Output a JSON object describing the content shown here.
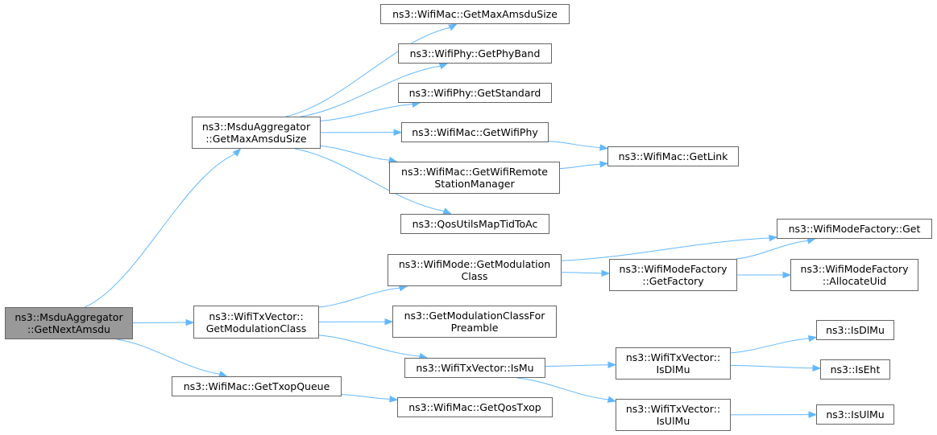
{
  "nodes": {
    "root": "ns3::MsduAggregator\n::GetNextAmsdu",
    "getMaxAmsduSizeAgg": "ns3::MsduAggregator\n::GetMaxAmsduSize",
    "getModulationClassTx": "ns3::WifiTxVector::\nGetModulationClass",
    "getTxopQueue": "ns3::WifiMac::GetTxopQueue",
    "getMaxAmsduSizeMac": "ns3::WifiMac::GetMaxAmsduSize",
    "getPhyBand": "ns3::WifiPhy::GetPhyBand",
    "getStandard": "ns3::WifiPhy::GetStandard",
    "getWifiPhy": "ns3::WifiMac::GetWifiPhy",
    "getWifiRemote": "ns3::WifiMac::GetWifiRemote\nStationManager",
    "qosUtils": "ns3::QosUtilsMapTidToAc",
    "getLink": "ns3::WifiMac::GetLink",
    "modeGetModClass": "ns3::WifiMode::GetModulation\nClass",
    "getModClassForPreamble": "ns3::GetModulationClassFor\nPreamble",
    "isMu": "ns3::WifiTxVector::IsMu",
    "getQosTxop": "ns3::WifiMac::GetQosTxop",
    "factoryGet": "ns3::WifiModeFactory::Get",
    "getFactory": "ns3::WifiModeFactory\n::GetFactory",
    "allocateUid": "ns3::WifiModeFactory\n::AllocateUid",
    "txIsDlMu": "ns3::WifiTxVector::\nIsDlMu",
    "txIsUlMu": "ns3::WifiTxVector::\nIsUlMu",
    "isDlMu": "ns3::IsDlMu",
    "isEht": "ns3::IsEht",
    "isUlMu": "ns3::IsUlMu"
  },
  "edges": [
    [
      "root",
      "getMaxAmsduSizeAgg"
    ],
    [
      "root",
      "getModulationClassTx"
    ],
    [
      "root",
      "getTxopQueue"
    ],
    [
      "getMaxAmsduSizeAgg",
      "getMaxAmsduSizeMac"
    ],
    [
      "getMaxAmsduSizeAgg",
      "getPhyBand"
    ],
    [
      "getMaxAmsduSizeAgg",
      "getStandard"
    ],
    [
      "getMaxAmsduSizeAgg",
      "getWifiPhy"
    ],
    [
      "getMaxAmsduSizeAgg",
      "getWifiRemote"
    ],
    [
      "getMaxAmsduSizeAgg",
      "qosUtils"
    ],
    [
      "getWifiPhy",
      "getLink"
    ],
    [
      "getWifiRemote",
      "getLink"
    ],
    [
      "getModulationClassTx",
      "modeGetModClass"
    ],
    [
      "getModulationClassTx",
      "getModClassForPreamble"
    ],
    [
      "getModulationClassTx",
      "isMu"
    ],
    [
      "getTxopQueue",
      "getQosTxop"
    ],
    [
      "modeGetModClass",
      "factoryGet"
    ],
    [
      "modeGetModClass",
      "getFactory"
    ],
    [
      "getFactory",
      "factoryGet"
    ],
    [
      "getFactory",
      "allocateUid"
    ],
    [
      "isMu",
      "txIsDlMu"
    ],
    [
      "isMu",
      "txIsUlMu"
    ],
    [
      "txIsDlMu",
      "isDlMu"
    ],
    [
      "txIsDlMu",
      "isEht"
    ],
    [
      "txIsUlMu",
      "isUlMu"
    ]
  ],
  "colors": {
    "edge": "#63b8ff",
    "root_fill": "#999999",
    "node_border": "#666666",
    "node_fill": "#ffffff"
  }
}
